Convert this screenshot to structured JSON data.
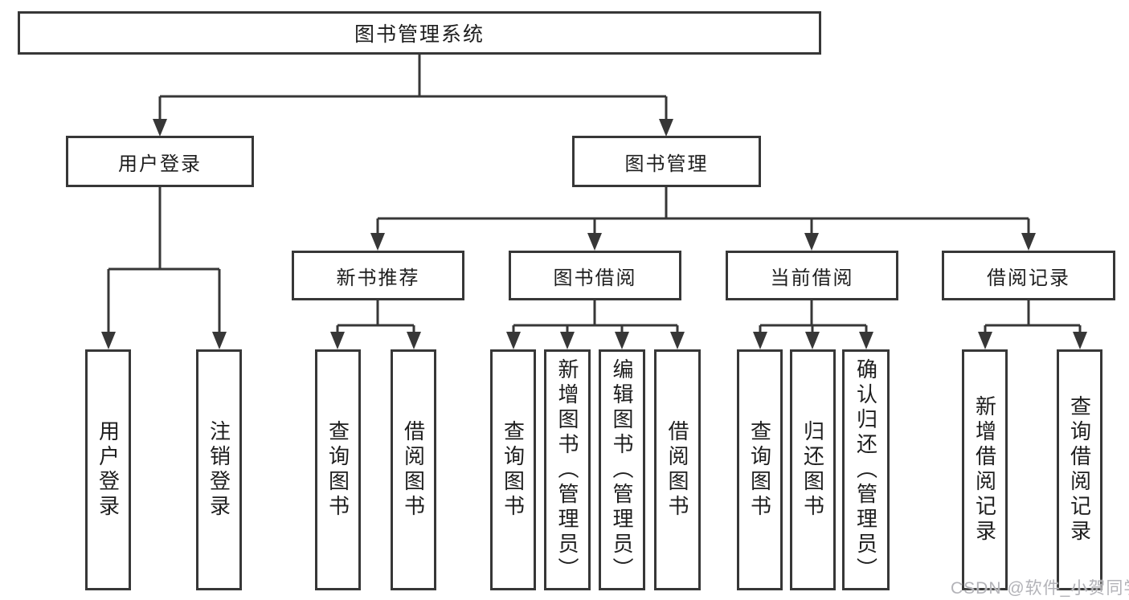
{
  "tree": {
    "title": "图书管理系统",
    "branches": [
      {
        "label": "用户登录",
        "children": [
          "用户登录",
          "注销登录"
        ]
      },
      {
        "label": "图书管理",
        "sections": [
          {
            "label": "新书推荐",
            "children": [
              "查询图书",
              "借阅图书"
            ]
          },
          {
            "label": "图书借阅",
            "children": [
              "查询图书",
              "新增图书（管理员）",
              "编辑图书（管理员）",
              "借阅图书"
            ]
          },
          {
            "label": "当前借阅",
            "children": [
              "查询图书",
              "归还图书",
              "确认归还（管理员）"
            ]
          },
          {
            "label": "借阅记录",
            "children": [
              "新增借阅记录",
              "查询借阅记录"
            ]
          }
        ]
      }
    ]
  },
  "watermark": {
    "text": "CSDN @软件_小贺同学"
  },
  "colors": {
    "box_border": "#373737",
    "connector": "#373737",
    "text": "#1e1e1e",
    "background": "#ffffff",
    "watermark": "#b3b3b8"
  }
}
